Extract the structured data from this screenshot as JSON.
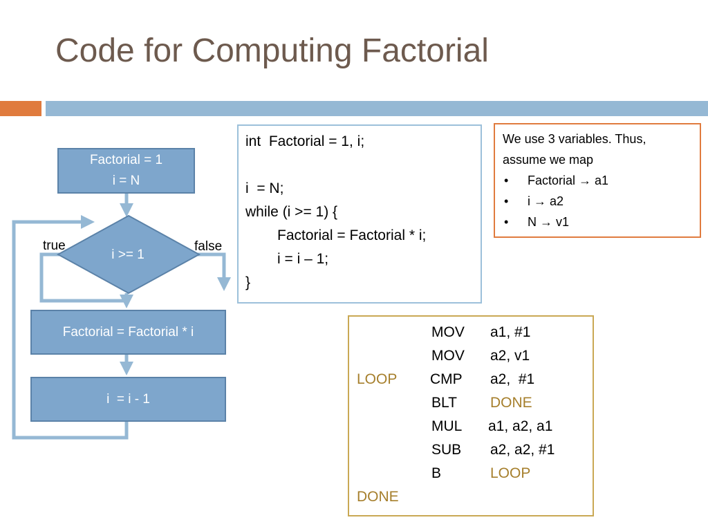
{
  "slide": {
    "title": "Code for Computing Factorial"
  },
  "flowchart": {
    "init_line1": "Factorial = 1",
    "init_line2": "i = N",
    "condition": "i >= 1",
    "true_label": "true",
    "false_label": "false",
    "step1": "Factorial = Factorial * i",
    "step2": "i  = i - 1"
  },
  "c_code": {
    "lines": [
      "int  Factorial = 1, i;",
      "",
      "i  = N;",
      "while (i >= 1) {",
      "Factorial = Factorial * i;",
      "i = i – 1;",
      "}"
    ]
  },
  "note": {
    "line1": "We use 3 variables. Thus,",
    "line2": "assume we map",
    "bullets": [
      {
        "marker": "•",
        "text": "Factorial → a1"
      },
      {
        "marker": "•",
        "text": "i → a2"
      },
      {
        "marker": "•",
        "text": "N → v1"
      }
    ]
  },
  "assembly": {
    "rows": [
      {
        "label": "",
        "op": "MOV",
        "args": "a1, #1"
      },
      {
        "label": "",
        "op": "MOV",
        "args": "a2, v1"
      },
      {
        "label": "LOOP",
        "op": "CMP",
        "args": "a2,  #1"
      },
      {
        "label": "",
        "op": "BLT",
        "args": "DONE"
      },
      {
        "label": "",
        "op": "MUL",
        "args": "a1, a2, a1"
      },
      {
        "label": "",
        "op": "SUB",
        "args": "a2, a2, #1"
      },
      {
        "label": "",
        "op": "B",
        "args": "LOOP"
      },
      {
        "label": "DONE",
        "op": "",
        "args": ""
      }
    ]
  },
  "colors": {
    "title": "#6d5a4e",
    "accent_orange": "#e07b3e",
    "accent_blue": "#95b8d4",
    "box_fill": "#7ea6cc",
    "box_stroke": "#5b82a8",
    "label_gold": "#a67f2c"
  }
}
